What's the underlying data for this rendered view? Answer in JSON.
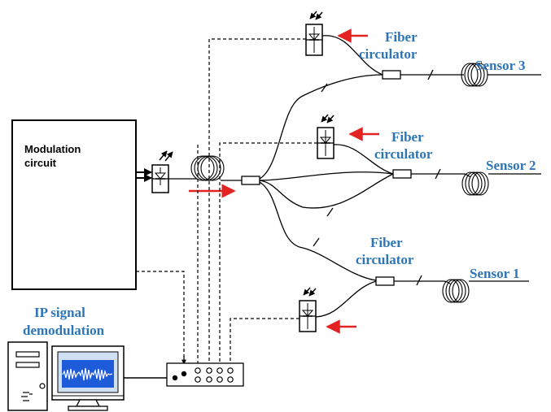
{
  "colors": {
    "label_blue": "#2E75B6",
    "arrow_red": "#E32222",
    "line_black": "#000000",
    "screen_blue": "#1E5BD8",
    "screen_bg": "#cfe0f5",
    "waveform_white": "#ffffff"
  },
  "modulation_box": {
    "line1": "Modulation",
    "line2": "circuit"
  },
  "demod_label": {
    "line1": "IP signal",
    "line2": "demodulation"
  },
  "branches": [
    {
      "circulator_line1": "Fiber",
      "circulator_line2": "circulator",
      "sensor": "Sensor 3"
    },
    {
      "circulator_line1": "Fiber",
      "circulator_line2": "circulator",
      "sensor": "Sensor 2"
    },
    {
      "circulator_line1": "Fiber",
      "circulator_line2": "circulator",
      "sensor": "Sensor 1"
    }
  ],
  "icons": {
    "light_source": "laser-diode-icon",
    "photodetector": "photodetector-icon",
    "fiber_coil": "fiber-coil-icon",
    "coupler": "fiber-coupler-icon",
    "computer": "computer-tower-icon",
    "monitor": "monitor-icon",
    "daq": "data-acquisition-card-icon"
  }
}
